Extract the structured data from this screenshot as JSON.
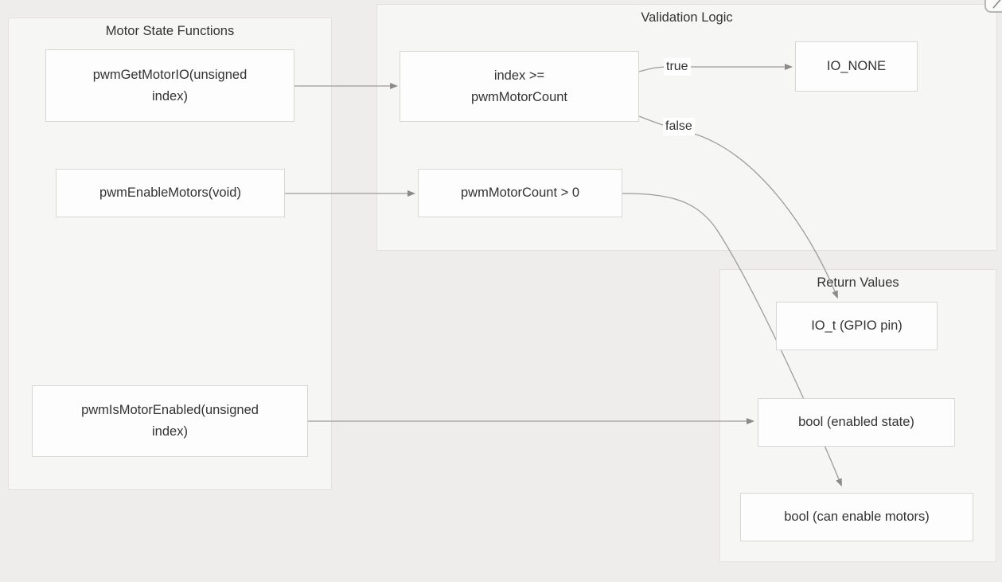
{
  "diagram": {
    "type": "flowchart",
    "groups": [
      {
        "id": "motor-state-functions",
        "title": "Motor State Functions"
      },
      {
        "id": "validation-logic",
        "title": "Validation Logic"
      },
      {
        "id": "return-values",
        "title": "Return Values"
      }
    ],
    "nodes": [
      {
        "id": "pwmGetMotorIO",
        "group": "motor-state-functions",
        "label": "pwmGetMotorIO(unsigned index)",
        "lines": [
          "pwmGetMotorIO(unsigned",
          "index)"
        ]
      },
      {
        "id": "pwmEnableMotors",
        "group": "motor-state-functions",
        "label": "pwmEnableMotors(void)",
        "lines": [
          "pwmEnableMotors(void)"
        ]
      },
      {
        "id": "pwmIsMotorEnabled",
        "group": "motor-state-functions",
        "label": "pwmIsMotorEnabled(unsigned index)",
        "lines": [
          "pwmIsMotorEnabled(unsigned",
          "index)"
        ]
      },
      {
        "id": "indexCheck",
        "group": "validation-logic",
        "label": "index >= pwmMotorCount",
        "lines": [
          "index >=",
          "pwmMotorCount"
        ]
      },
      {
        "id": "countCheck",
        "group": "validation-logic",
        "label": "pwmMotorCount > 0",
        "lines": [
          "pwmMotorCount > 0"
        ]
      },
      {
        "id": "ioNone",
        "group": "validation-logic",
        "label": "IO_NONE",
        "lines": [
          "IO_NONE"
        ]
      },
      {
        "id": "ioT",
        "group": "return-values",
        "label": "IO_t (GPIO pin)",
        "lines": [
          "IO_t (GPIO pin)"
        ]
      },
      {
        "id": "boolEnabled",
        "group": "return-values",
        "label": "bool (enabled state)",
        "lines": [
          "bool (enabled state)"
        ]
      },
      {
        "id": "boolCanEnable",
        "group": "return-values",
        "label": "bool (can enable motors)",
        "lines": [
          "bool (can enable motors)"
        ]
      }
    ],
    "edges": [
      {
        "from": "pwmGetMotorIO(unsigned index)",
        "to": "index >= pwmMotorCount",
        "label": ""
      },
      {
        "from": "index >= pwmMotorCount",
        "to": "IO_NONE",
        "label": "true"
      },
      {
        "from": "index >= pwmMotorCount",
        "to": "IO_t (GPIO pin)",
        "label": "false"
      },
      {
        "from": "pwmEnableMotors(void)",
        "to": "pwmMotorCount > 0",
        "label": ""
      },
      {
        "from": "pwmMotorCount > 0",
        "to": "bool (can enable motors)",
        "label": ""
      },
      {
        "from": "pwmIsMotorEnabled(unsigned index)",
        "to": "bool (enabled state)",
        "label": ""
      }
    ],
    "colors": {
      "canvas_bg": "#eeedeb",
      "group_bg": "#f6f6f5",
      "group_border": "#e2e1de",
      "node_bg": "#fdfdfd",
      "node_border": "#d8d7d5",
      "edge": "#9e9d9b",
      "arrowhead": "#8c8b89",
      "text": "#333333",
      "edge_label_bg": "#ffffff"
    }
  }
}
